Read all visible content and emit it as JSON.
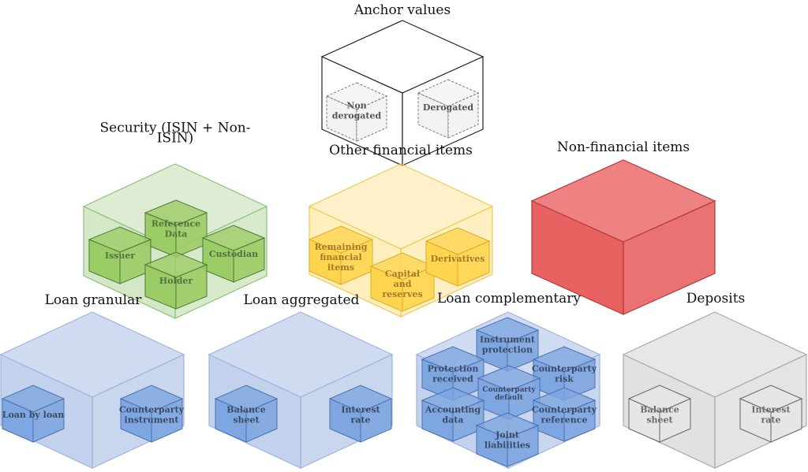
{
  "colors": {
    "anchor": "#ffffff",
    "security": "#c6e0b4",
    "security_sub": "#9ccc65",
    "other": "#ffe699",
    "other_sub": "#ffd54f",
    "nonfin": "#e85a5a",
    "loan": "#b4c7e7",
    "loan_sub": "#7ea6e0",
    "deposits": "#d9d9d9",
    "deposits_sub": "#e6e6e6"
  },
  "groups": {
    "anchor": {
      "title": "Anchor values",
      "items": [
        "Non derogated",
        "Derogated"
      ]
    },
    "security": {
      "title_line1": "Security (ISIN + Non-",
      "title_line2": "ISIN)",
      "items": [
        "Reference Data",
        "Issuer",
        "Custodian",
        "Holder"
      ]
    },
    "other": {
      "title": "Other financial items",
      "items": [
        "Remaining financial items",
        "Capital and reserves",
        "Derivatives"
      ]
    },
    "nonfin": {
      "title": "Non-financial items"
    },
    "loan_granular": {
      "title": "Loan granular",
      "items": [
        "Loan by loan",
        "Counterparty instrument"
      ]
    },
    "loan_aggregated": {
      "title": "Loan aggregated",
      "items": [
        "Balance sheet",
        "Interest rate"
      ]
    },
    "loan_complementary": {
      "title": "Loan complementary",
      "items": [
        "Instrument protection",
        "Protection received",
        "Counterparty risk",
        "Counterparty default",
        "Accounting data",
        "Counterparty reference",
        "Joint liabilities"
      ]
    },
    "deposits": {
      "title": "Deposits",
      "items": [
        "Balance sheet",
        "Interest rate"
      ]
    }
  }
}
